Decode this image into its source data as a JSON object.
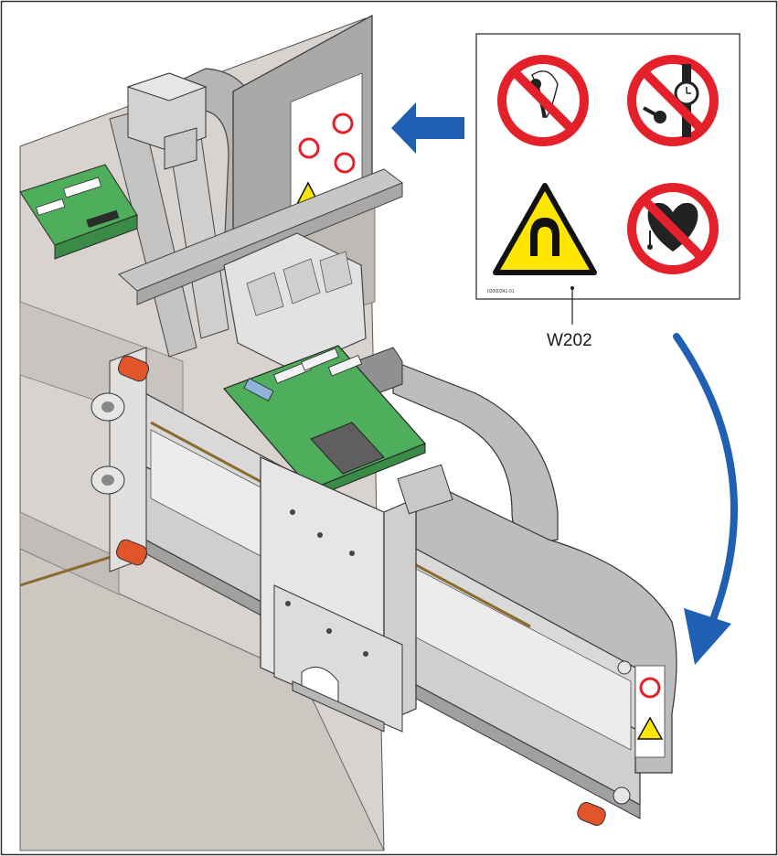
{
  "callout": {
    "label": "W202",
    "code": "03000341-01"
  },
  "signs": [
    {
      "kind": "prohibition",
      "icon": "no-metal-implants-icon"
    },
    {
      "kind": "prohibition",
      "icon": "no-metal-objects-watches-icon"
    },
    {
      "kind": "warning",
      "icon": "magnetic-field-warning-icon"
    },
    {
      "kind": "prohibition",
      "icon": "no-pacemaker-icon"
    }
  ],
  "colors": {
    "prohibition_red": "#e4202a",
    "warning_yellow": "#ffe600",
    "arrow_blue": "#1f5fb4",
    "pcb_green": "#4eae5b",
    "stop_orange": "#e2542a",
    "housing_gray": "#bdbdbd",
    "frame_gray": "#d9d9d9",
    "back_gray": "#cfcac6"
  }
}
